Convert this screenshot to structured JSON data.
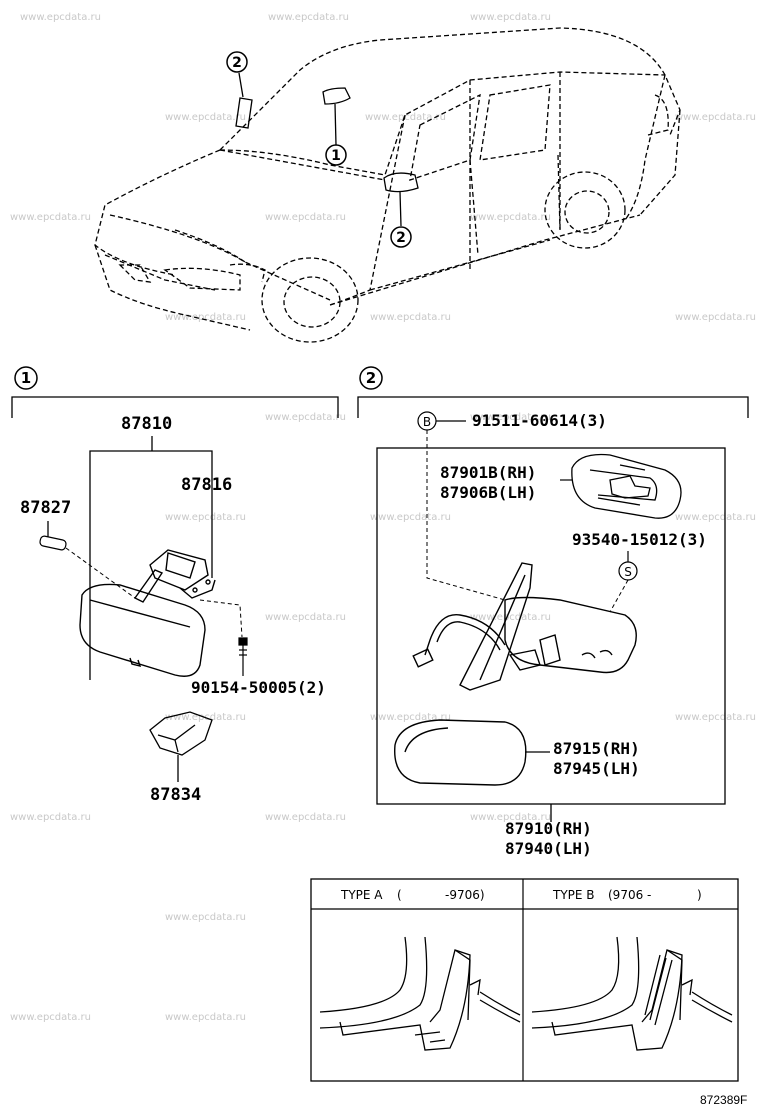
{
  "watermark": "www.epcdata.ru",
  "callouts": {
    "one": "1",
    "two": "2"
  },
  "section1": {
    "label": "1",
    "parts": {
      "p87810": "87810",
      "p87816": "87816",
      "p87827": "87827",
      "p90154": "90154-50005(2)",
      "p87834": "87834"
    }
  },
  "section2": {
    "label": "2",
    "circle_b": "B",
    "circle_s": "S",
    "parts": {
      "p91511": "91511-60614(3)",
      "p87901": "87901B(RH)",
      "p87906": "87906B(LH)",
      "p93540": "93540-15012(3)",
      "p87915": "87915(RH)",
      "p87945": "87945(LH)",
      "p87910": "87910(RH)",
      "p87940": "87940(LH)"
    }
  },
  "types": {
    "a": {
      "name": "TYPE A",
      "open": "(",
      "range": "-9706)"
    },
    "b": {
      "name": "TYPE B",
      "range": "(9706 -",
      "close": ")"
    }
  },
  "figure_id": "872389F"
}
